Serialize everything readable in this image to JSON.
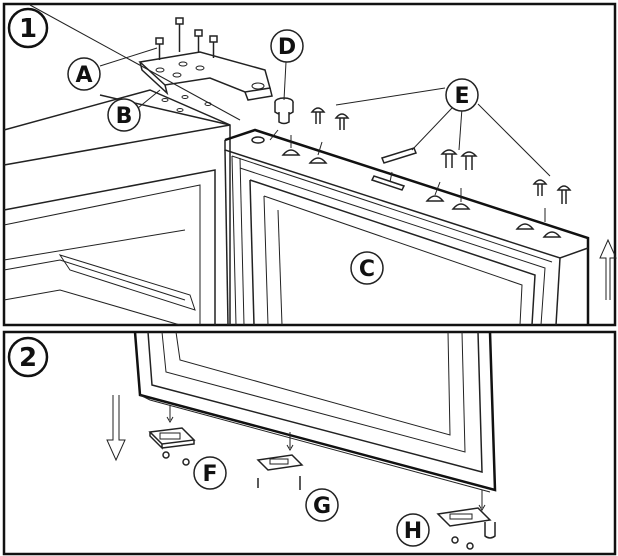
{
  "panels": [
    {
      "step": "1",
      "labels": {
        "A": "A",
        "B": "B",
        "C": "C",
        "D": "D",
        "E": "E"
      }
    },
    {
      "step": "2",
      "labels": {
        "F": "F",
        "G": "G",
        "H": "H"
      }
    }
  ],
  "colors": {
    "line": "#222222",
    "background": "#ffffff"
  }
}
